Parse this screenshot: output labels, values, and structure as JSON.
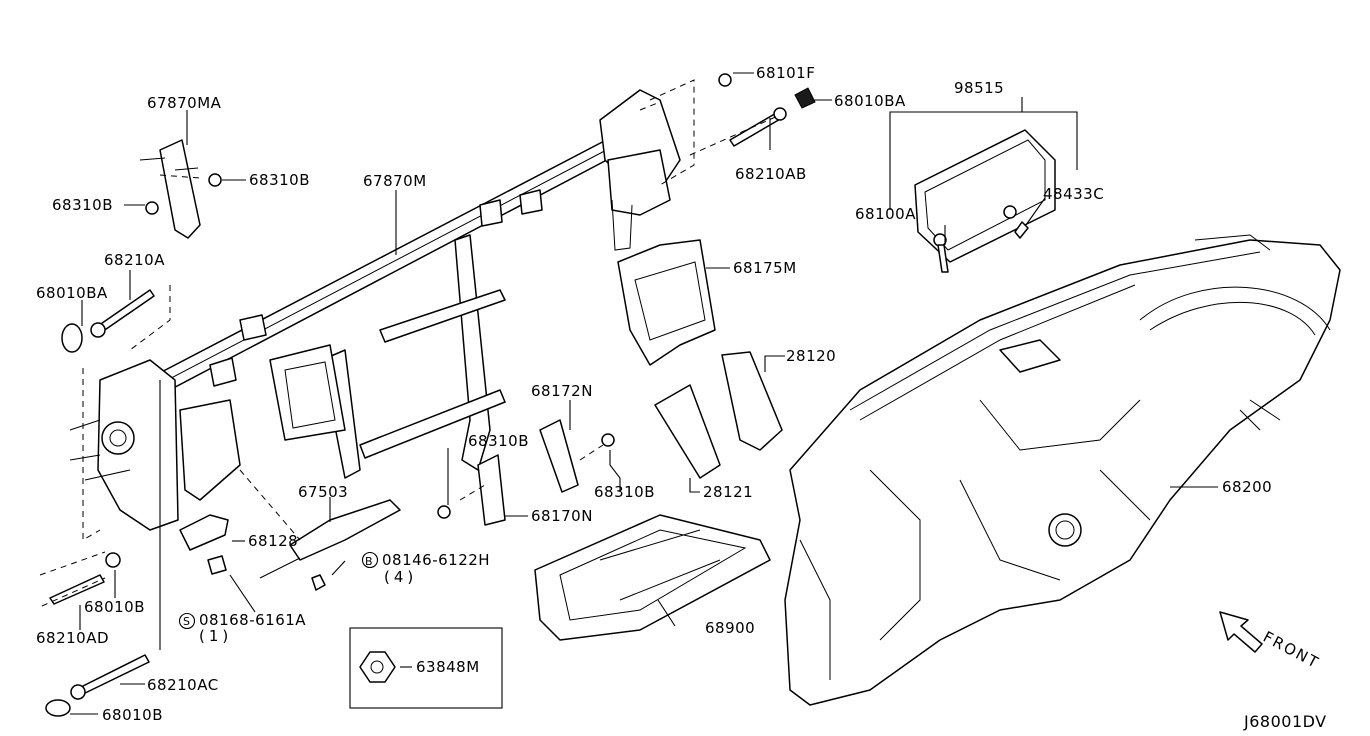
{
  "diagram_code": "J68001DV",
  "front_label": "FRONT",
  "parts": {
    "p68101F": "68101F",
    "p68010BA_r": "68010BA",
    "p98515": "98515",
    "p67870MA": "67870MA",
    "p68310B_a": "68310B",
    "p68310B_b": "68310B",
    "p67870M": "67870M",
    "p68210AB": "68210AB",
    "p68100A": "68100A",
    "p48433C": "48433C",
    "p68210A": "68210A",
    "p68010BA_l": "68010BA",
    "p68175M": "68175M",
    "p28120": "28120",
    "p68172N": "68172N",
    "p68310B_c": "68310B",
    "p68310B_d": "68310B",
    "p28121": "28121",
    "p68200": "68200",
    "p67503": "67503",
    "p68170N": "68170N",
    "p68128": "68128",
    "p08146": "08146-6122H",
    "p08146_qty": "(4)",
    "p08146_prefix": "B",
    "p68010B_a": "68010B",
    "p68210AD": "68210AD",
    "p08168": "08168-6161A",
    "p08168_qty": "(1)",
    "p08168_prefix": "S",
    "p68900": "68900",
    "p63848M": "63848M",
    "p68210AC": "68210AC",
    "p68010B_b": "68010B"
  }
}
